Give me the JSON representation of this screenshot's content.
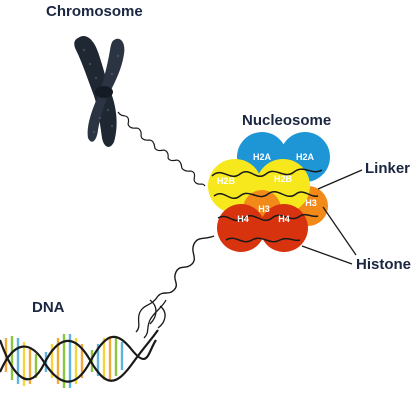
{
  "labels": {
    "chromosome": "Chromosome",
    "nucleosome": "Nucleosome",
    "linker": "Linker",
    "histone": "Histone",
    "dna": "DNA"
  },
  "histones": {
    "h2a": "H2A",
    "h2b": "H2B",
    "h3": "H3",
    "h4": "H4"
  },
  "colors": {
    "h2a": "#1e96d6",
    "h2b": "#f6e81c",
    "h3": "#f28a1a",
    "h4": "#d8330f",
    "dna_strand": "#1a1a1a",
    "dna_rungs": [
      "#f2a93b",
      "#8cc63f",
      "#5fb3e0",
      "#f7d33c"
    ],
    "chromosome": "#1f2733"
  }
}
